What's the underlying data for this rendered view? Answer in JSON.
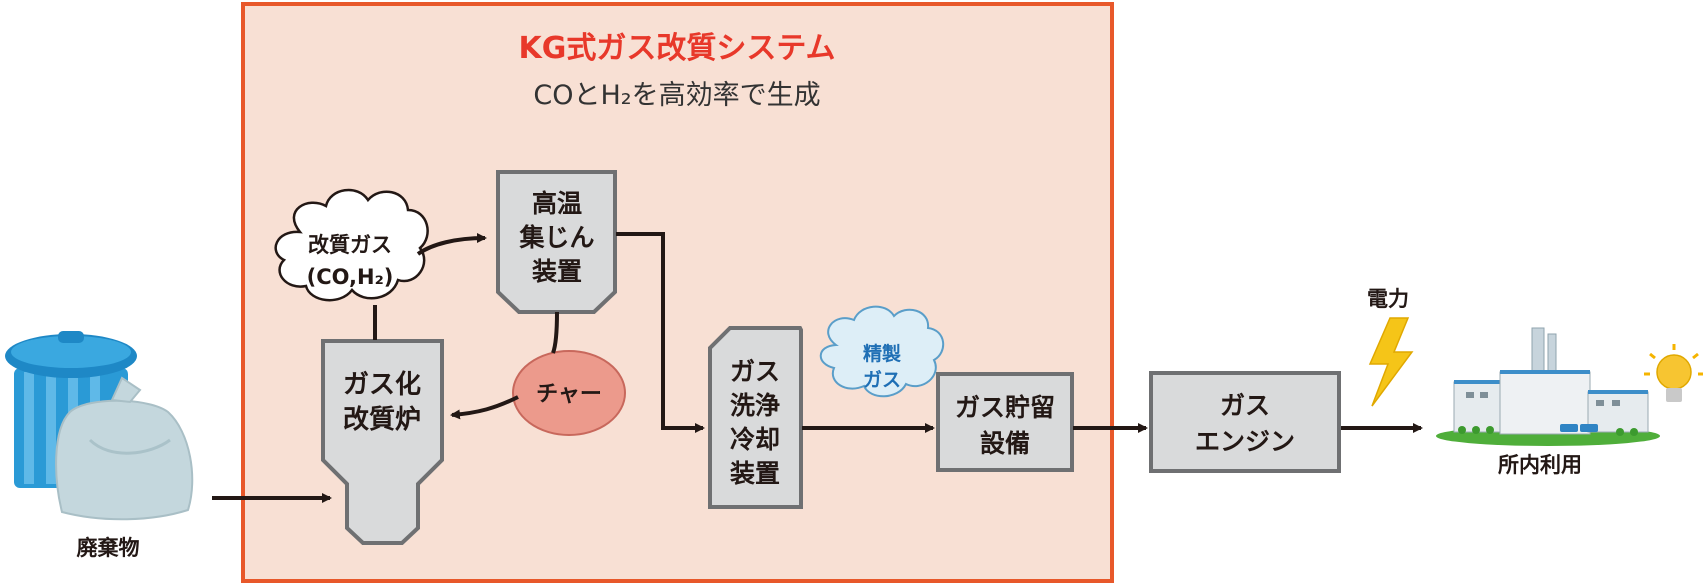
{
  "system": {
    "title": "KG式ガス改質システム",
    "subtitle": "COとH₂を高効率で生成"
  },
  "input": {
    "label": "廃棄物",
    "icon": "trash-bin-and-bag-icon"
  },
  "reformer_gas": {
    "line1": "改質ガス",
    "line2": "(CO,H₂)"
  },
  "gasification_furnace": {
    "line1": "ガス化",
    "line2": "改質炉"
  },
  "dust_collector": {
    "line1": "高温",
    "line2": "集じん",
    "line3": "装置"
  },
  "char": {
    "label": "チャー"
  },
  "gas_cleaner": {
    "line1": "ガス",
    "line2": "洗浄",
    "line3": "冷却",
    "line4": "装置"
  },
  "refined_gas": {
    "line1": "精製",
    "line2": "ガス"
  },
  "gas_storage": {
    "line1": "ガス貯留",
    "line2": "設備"
  },
  "gas_engine": {
    "line1": "ガス",
    "line2": "エンジン"
  },
  "power": {
    "label": "電力",
    "icon": "lightning-bolt-icon"
  },
  "output": {
    "label": "所内利用",
    "icon": "factory-icon",
    "bulb_icon": "light-bulb-icon"
  },
  "colors": {
    "system_border": "#e8582a",
    "system_fill": "#f8e0d4",
    "title": "#e8382a",
    "box_fill": "#d9dadb",
    "box_border": "#6f7072",
    "arrow": "#231815",
    "char_fill": "#ec9a8c",
    "refined_gas_text": "#1f6fb5",
    "bolt": "#f5c518"
  }
}
